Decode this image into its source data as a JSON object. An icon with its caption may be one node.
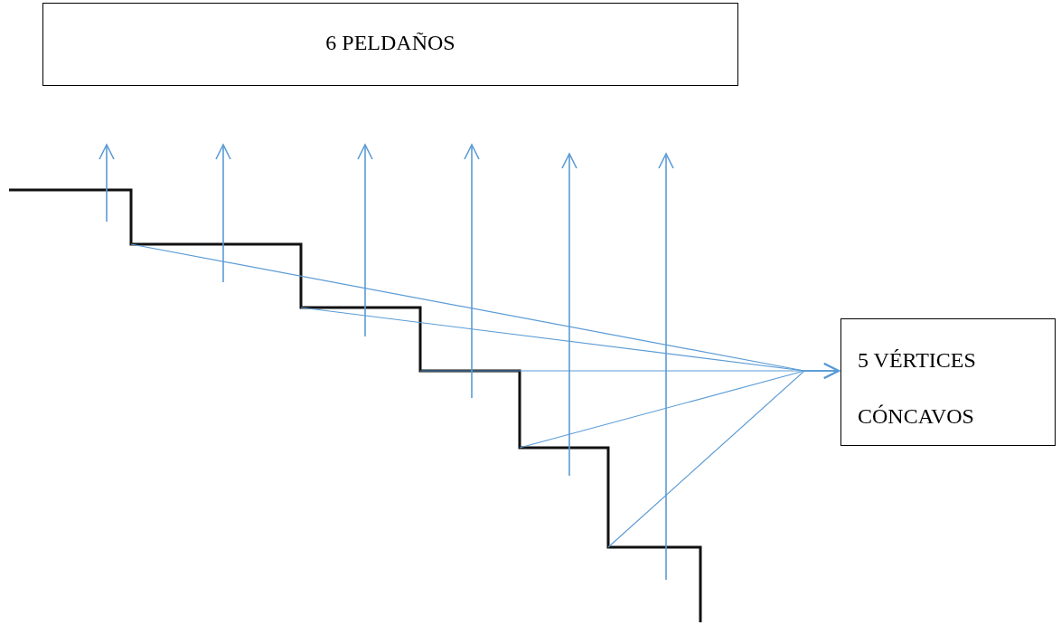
{
  "diagram": {
    "nodes": [
      {
        "text": [
          "6 PELDAÑOS"
        ]
      },
      {
        "text": [
          "5 VÉRTICES CÓNCAVOS"
        ]
      }
    ],
    "edges": [
      {
        "from": null,
        "to": 1,
        "arrow": "to"
      },
      {
        "from": null,
        "to": 1,
        "arrow": "to"
      },
      {
        "from": null,
        "to": 1,
        "arrow": "to"
      },
      {
        "from": null,
        "to": 1,
        "arrow": "to"
      },
      {
        "from": null,
        "to": 1,
        "arrow": "to"
      }
    ]
  }
}
